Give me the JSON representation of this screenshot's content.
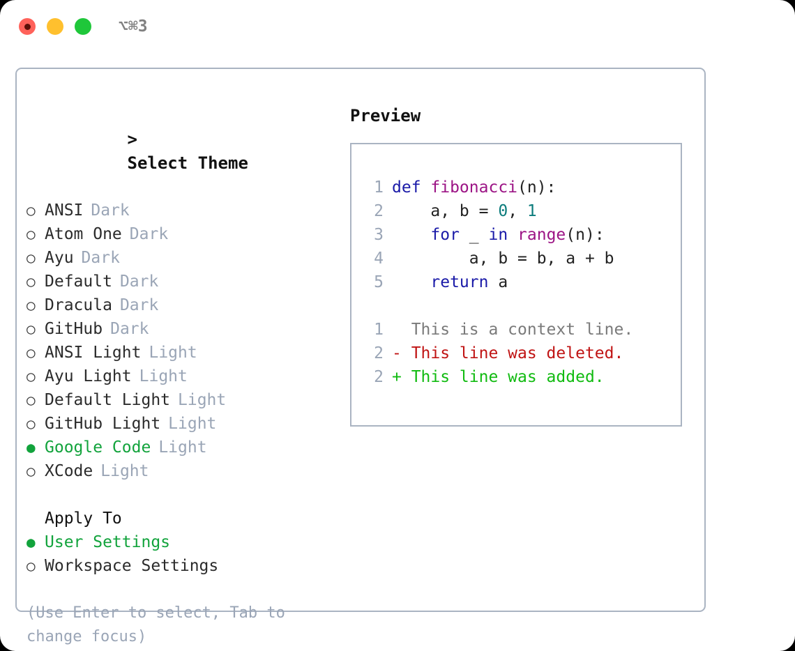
{
  "titlebar": {
    "shortcut": "⌥⌘3",
    "buttons": [
      {
        "name": "close",
        "color": "#ff625a"
      },
      {
        "name": "minimize",
        "color": "#ffc02e"
      },
      {
        "name": "maximize",
        "color": "#1fc73a"
      }
    ]
  },
  "theme_picker": {
    "caret": ">",
    "heading": "Select Theme",
    "marker_selected": "●",
    "marker_unselected": "○",
    "selected_color": "#12a33c",
    "tag_color": "#9aa5b6",
    "items": [
      {
        "label": "ANSI",
        "tag": "Dark",
        "selected": false
      },
      {
        "label": "Atom One",
        "tag": "Dark",
        "selected": false
      },
      {
        "label": "Ayu",
        "tag": "Dark",
        "selected": false
      },
      {
        "label": "Default",
        "tag": "Dark",
        "selected": false
      },
      {
        "label": "Dracula",
        "tag": "Dark",
        "selected": false
      },
      {
        "label": "GitHub",
        "tag": "Dark",
        "selected": false
      },
      {
        "label": "ANSI Light",
        "tag": "Light",
        "selected": false
      },
      {
        "label": "Ayu Light",
        "tag": "Light",
        "selected": false
      },
      {
        "label": "Default Light",
        "tag": "Light",
        "selected": false
      },
      {
        "label": "GitHub Light",
        "tag": "Light",
        "selected": false
      },
      {
        "label": "Google Code",
        "tag": "Light",
        "selected": true
      },
      {
        "label": "XCode",
        "tag": "Light",
        "selected": false
      }
    ]
  },
  "apply_to": {
    "heading": "Apply To",
    "items": [
      {
        "label": "User Settings",
        "selected": true
      },
      {
        "label": "Workspace Settings",
        "selected": false
      }
    ]
  },
  "hint": "(Use Enter to select, Tab to change focus)",
  "preview": {
    "heading": "Preview",
    "code_lines": [
      {
        "num": "1",
        "tokens": [
          {
            "t": "def ",
            "cls": "tok-kw"
          },
          {
            "t": "fibonacci",
            "cls": "tok-fn"
          },
          {
            "t": "(n):",
            "cls": "tok-pl"
          }
        ]
      },
      {
        "num": "2",
        "tokens": [
          {
            "t": "    a, b = ",
            "cls": "tok-pl"
          },
          {
            "t": "0",
            "cls": "tok-num"
          },
          {
            "t": ", ",
            "cls": "tok-pl"
          },
          {
            "t": "1",
            "cls": "tok-num"
          }
        ]
      },
      {
        "num": "3",
        "tokens": [
          {
            "t": "    ",
            "cls": "tok-pl"
          },
          {
            "t": "for",
            "cls": "tok-kw"
          },
          {
            "t": " _ ",
            "cls": "tok-pl"
          },
          {
            "t": "in",
            "cls": "tok-kw"
          },
          {
            "t": " ",
            "cls": "tok-pl"
          },
          {
            "t": "range",
            "cls": "tok-fn"
          },
          {
            "t": "(n):",
            "cls": "tok-pl"
          }
        ]
      },
      {
        "num": "4",
        "tokens": [
          {
            "t": "        a, b = b, a + b",
            "cls": "tok-pl"
          }
        ]
      },
      {
        "num": "5",
        "tokens": [
          {
            "t": "    ",
            "cls": "tok-pl"
          },
          {
            "t": "return",
            "cls": "tok-kw"
          },
          {
            "t": " a",
            "cls": "tok-pl"
          }
        ]
      }
    ],
    "diff_lines": [
      {
        "num": "1",
        "text": "  This is a context line.",
        "cls": "diff-ctx"
      },
      {
        "num": "2",
        "text": "- This line was deleted.",
        "cls": "diff-del"
      },
      {
        "num": "2",
        "text": "+ This line was added.",
        "cls": "diff-add"
      }
    ]
  }
}
